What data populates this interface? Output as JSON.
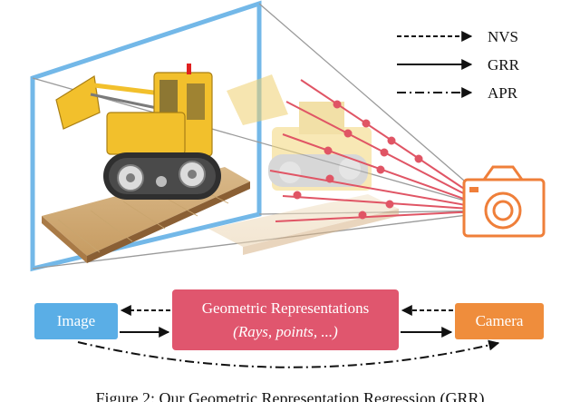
{
  "legend": {
    "items": [
      {
        "label": "NVS",
        "style": "dashed"
      },
      {
        "label": "GRR",
        "style": "solid"
      },
      {
        "label": "APR",
        "style": "dash-dot"
      }
    ]
  },
  "boxes": {
    "image": {
      "label": "Image",
      "color": "#5aaee6"
    },
    "geometric": {
      "line1": "Geometric Representations",
      "line2": "(Rays, points, ...)",
      "color": "#e0566e"
    },
    "camera": {
      "label": "Camera",
      "color": "#ef8d3c"
    }
  },
  "scene": {
    "camera_color": "#ef7f3a",
    "ray_color": "#e05565",
    "frame_color": "#73b8e8"
  },
  "caption": "Figure 2: Our Geometric Representation Regression (GRR)"
}
